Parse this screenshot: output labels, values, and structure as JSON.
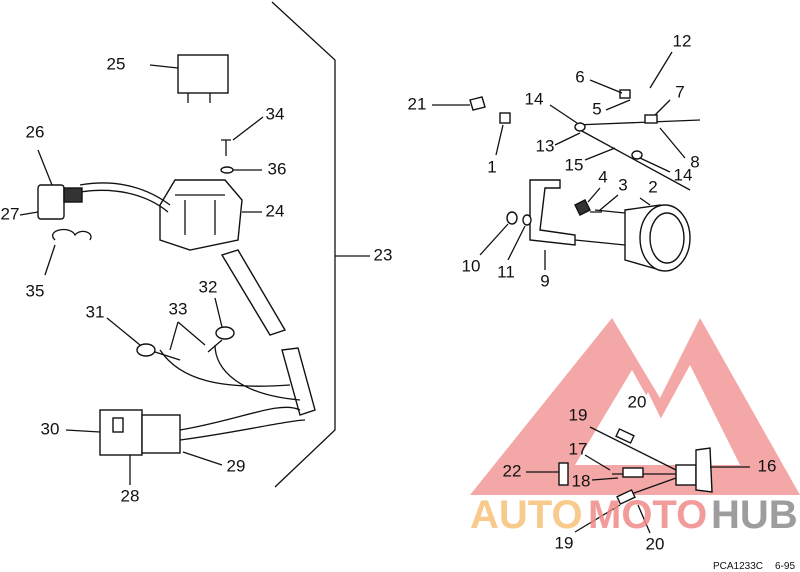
{
  "diagram": {
    "callouts": {
      "c1": "1",
      "c2": "2",
      "c3": "3",
      "c4": "4",
      "c5": "5",
      "c6": "6",
      "c7": "7",
      "c8": "8",
      "c9": "9",
      "c10": "10",
      "c11": "11",
      "c12": "12",
      "c13": "13",
      "c14a": "14",
      "c14b": "14",
      "c15": "15",
      "c16": "16",
      "c17": "17",
      "c18": "18",
      "c19a": "19",
      "c19b": "19",
      "c20a": "20",
      "c20b": "20",
      "c21": "21",
      "c22": "22",
      "c23": "23",
      "c24": "24",
      "c25": "25",
      "c26": "26",
      "c27": "27",
      "c28": "28",
      "c29": "29",
      "c30": "30",
      "c31": "31",
      "c32": "32",
      "c33": "33",
      "c34": "34",
      "c35": "35",
      "c36": "36"
    },
    "drawing_code": "PCA1233C",
    "date_code": "6-95"
  },
  "watermark": {
    "part1": "AUTO",
    "part2": "MOTO",
    "part3": "HUB",
    "colors": {
      "auto": "#f7c27a",
      "moto": "#f08a8a",
      "hub": "#8c8c8c",
      "triangle": "#f08a8a"
    }
  }
}
